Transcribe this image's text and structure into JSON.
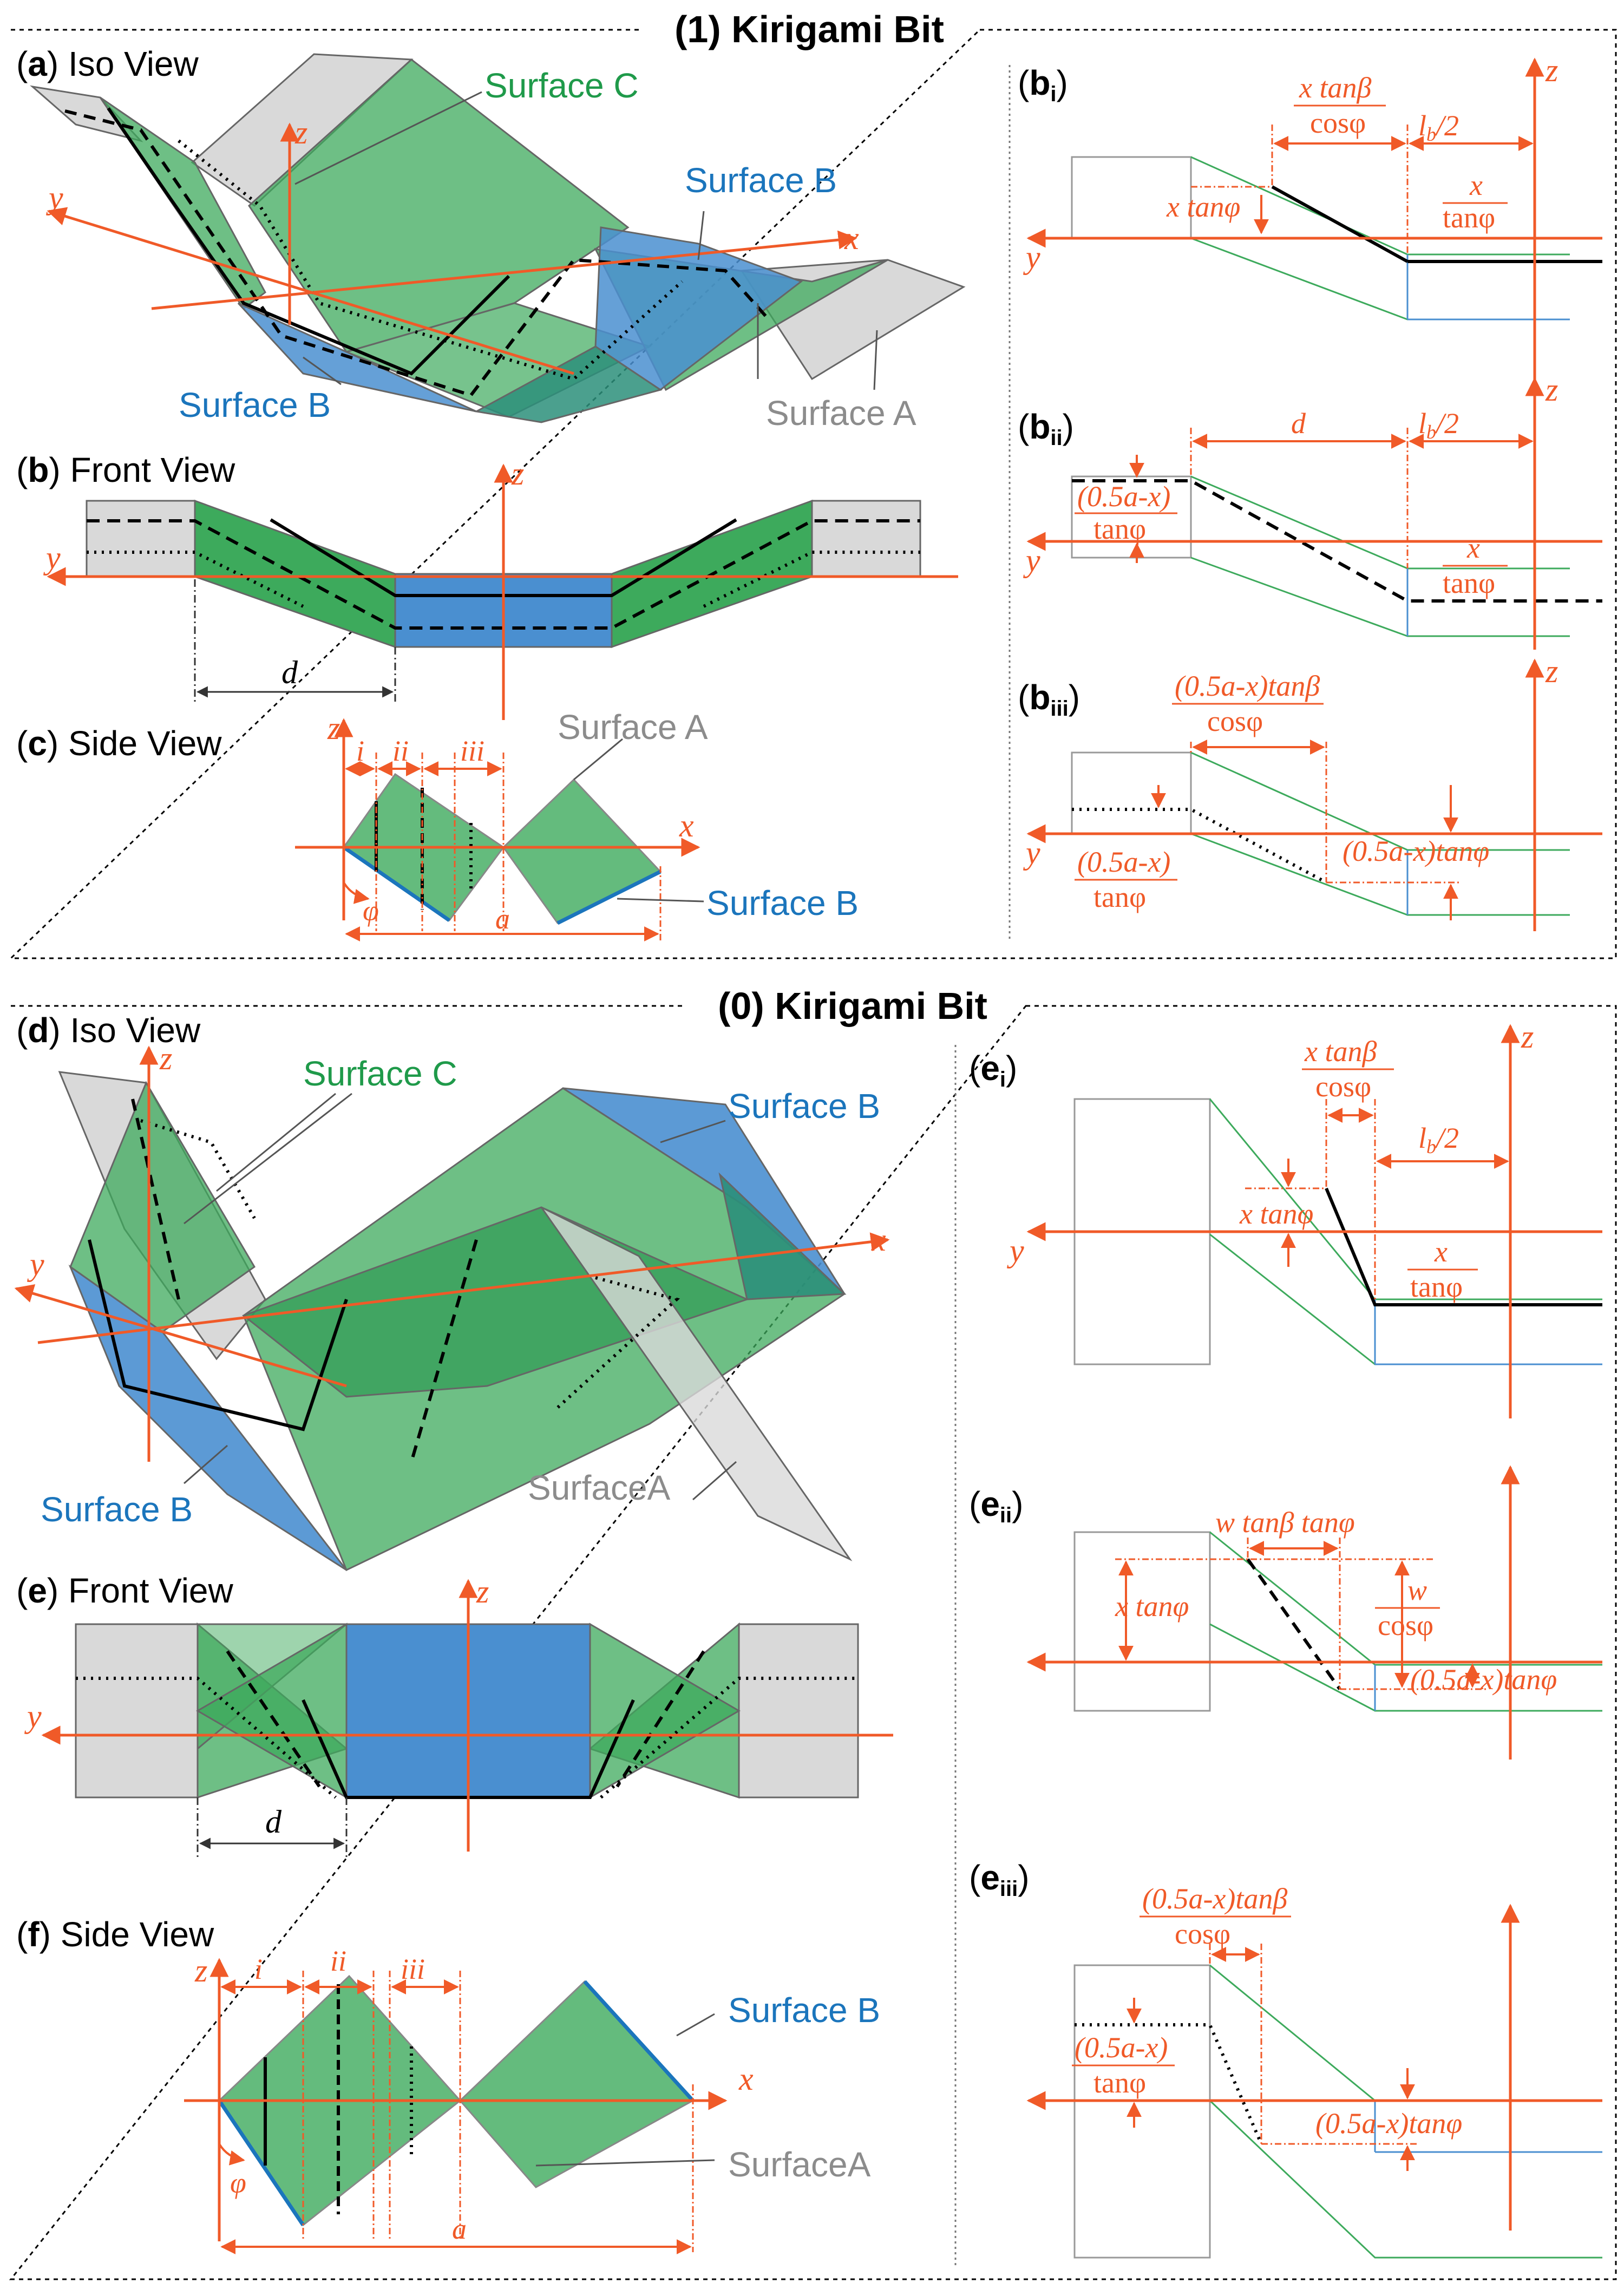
{
  "section1": {
    "title": "(1) Kirigami Bit",
    "panel_a": {
      "letter": "a",
      "title": "Iso View"
    },
    "panel_b": {
      "letter": "b",
      "title": "Front View"
    },
    "panel_c": {
      "letter": "c",
      "title": "Side View"
    },
    "panel_bi": {
      "letter": "b",
      "sub": "i"
    },
    "panel_bii": {
      "letter": "b",
      "sub": "ii"
    },
    "panel_biii": {
      "letter": "b",
      "sub": "iii"
    }
  },
  "section0": {
    "title": "(0) Kirigami Bit",
    "panel_d": {
      "letter": "d",
      "title": "Iso View"
    },
    "panel_e": {
      "letter": "e",
      "title": "Front View"
    },
    "panel_f": {
      "letter": "f",
      "title": "Side View"
    },
    "panel_ei": {
      "letter": "e",
      "sub": "i"
    },
    "panel_eii": {
      "letter": "e",
      "sub": "ii"
    },
    "panel_eiii": {
      "letter": "e",
      "sub": "iii"
    }
  },
  "surfaces": {
    "A": "Surface A",
    "A_nospace": "SurfaceA",
    "B": "Surface B",
    "C": "Surface C"
  },
  "axes": {
    "x": "x",
    "y": "y",
    "z": "z"
  },
  "dims": {
    "d": "d",
    "a": "a",
    "phi": "φ",
    "i": "i",
    "ii": "ii",
    "iii": "iii",
    "lb_half": "l",
    "lb_sub": "b",
    "lb_tail": "/2",
    "x_tanphi": "x tanφ",
    "x_over": "x",
    "tanphi": "tanφ",
    "cosphi": "cosφ",
    "x_tanbeta": "x tanβ",
    "half_a_x": "(0.5a-x)",
    "half_a_x_tanphi": "(0.5a-x)tanφ",
    "half_a_x_tanbeta": "(0.5a-x)tanβ",
    "w_tanb_tanphi": "w tanβ tanφ",
    "w": "w"
  },
  "colors": {
    "green": "#3daa5c",
    "blue": "#4a8fd0",
    "gray": "#d9d9d9",
    "orange": "#f05a28",
    "label_green": "#1f9a4a",
    "label_blue": "#1b75bc",
    "label_gray": "#8c8c8c"
  }
}
